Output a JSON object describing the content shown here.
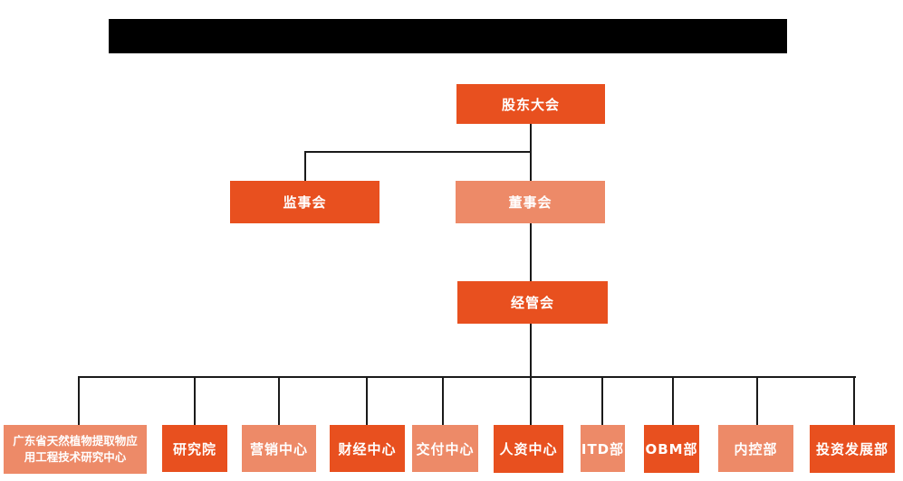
{
  "org": {
    "root": {
      "label": "股东大会"
    },
    "branches": [
      {
        "label": "监事会"
      },
      {
        "label": "董事会"
      }
    ],
    "management": {
      "label": "经管会"
    },
    "departments": [
      {
        "label": "广东省天然植物提取物应\n用工程技术研究中心"
      },
      {
        "label": "研究院"
      },
      {
        "label": "营销中心"
      },
      {
        "label": "财经中心"
      },
      {
        "label": "交付中心"
      },
      {
        "label": "人资中心"
      },
      {
        "label": "ITD部"
      },
      {
        "label": "OBM部"
      },
      {
        "label": "内控部"
      },
      {
        "label": "投资发展部"
      }
    ]
  },
  "colors": {
    "dark_orange": "#E8501F",
    "light_orange": "#ED8A68",
    "connector": "#1a1a1a",
    "redacted_bar": "#000000",
    "text": "#ffffff"
  }
}
